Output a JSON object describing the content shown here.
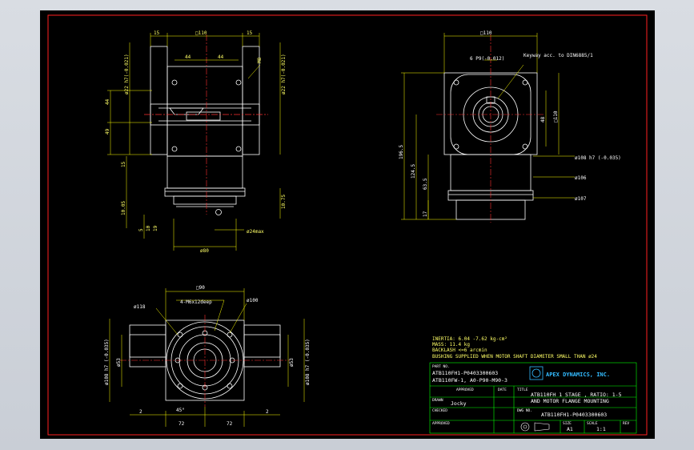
{
  "colors": {
    "background": "#c9ced6",
    "drawing_bg": "#000000",
    "border": "#ff2020",
    "outline": "#ffffff",
    "dimension": "#ffff00",
    "centerline": "#ff3030",
    "title_block": "#00ff00",
    "logo": "#33bbff"
  },
  "front_view": {
    "dims": {
      "top_left": "15",
      "top_center": "□110",
      "top_right": "15",
      "inner_left": "44",
      "inner_right": "44",
      "hole": "M8",
      "left_shaft_dia": "ø22 h7(-0.021)",
      "right_shaft_dia": "ø22 h7(-0.021)",
      "h44": "44",
      "h49": "49",
      "h15": "15",
      "h1005": "10.05",
      "key_width": "5",
      "bottom_10": "10",
      "bottom_19": "19",
      "shaft_max": "ø24max",
      "base_width": "ø80",
      "right_075": "10.75"
    }
  },
  "side_view": {
    "dims": {
      "top": "□110",
      "keyway": "6 P9(-0.012)",
      "keyway_note": "Keyway acc. to DIN6885/1",
      "right_48": "48",
      "right_110": "□110",
      "overall_height": "196.5",
      "h1245": "124.5",
      "h635": "63.5",
      "h17": "17",
      "dia_108": "ø108 h7 (-0.035)",
      "dia_106": "ø106",
      "dia_107": "ø107"
    }
  },
  "bottom_view": {
    "dims": {
      "top": "□90",
      "thread": "4-M6x12deep",
      "pcd": "ø100",
      "dia_118": "ø118",
      "dia_108": "ø108 h7 (-0.035)",
      "dia_53_left": "ø53",
      "dia_53_right": "ø53",
      "left_2": "2",
      "right_2": "2",
      "angle": "45°",
      "w72_left": "72",
      "w72_right": "72"
    }
  },
  "specs": {
    "inertia": "INERTIA: 6.04 -7.62  kg-cm²",
    "mass": "MASS: 11.4  kg",
    "backlash": "BACKLASH <=6 arcmin",
    "bushing": "BUSHING SUPPLIED WHEN MOTOR SHAFT DIAMETER SMALL THAN ø24"
  },
  "title_block": {
    "part_no_label": "PART NO.",
    "part_no_1": "ATB110FH1-P0403300603",
    "part_no_2": "ATB110FW-1, A0-P90-M90-3",
    "company": "APEX DYNAMICS, INC.",
    "title_label": "TITLE",
    "title_1": "ATB110FH 1 STAGE , RATIO: 1-5",
    "title_2": "AND MOTOR FLANGE MOUNTING",
    "drawn_label": "DRAWN",
    "drawn_by": "Jocky",
    "approved_label": "APPROVED",
    "date_label": "DATE",
    "checked_label": "CHECKED",
    "dwg_label": "DWG NO.",
    "dwg_no": "ATB110FH1-P0403300603",
    "approved2_label": "APPROVED",
    "size_label": "SIZE",
    "size": "A1",
    "scale_label": "SCALE",
    "scale": "1:1",
    "rev_label": "REV"
  }
}
